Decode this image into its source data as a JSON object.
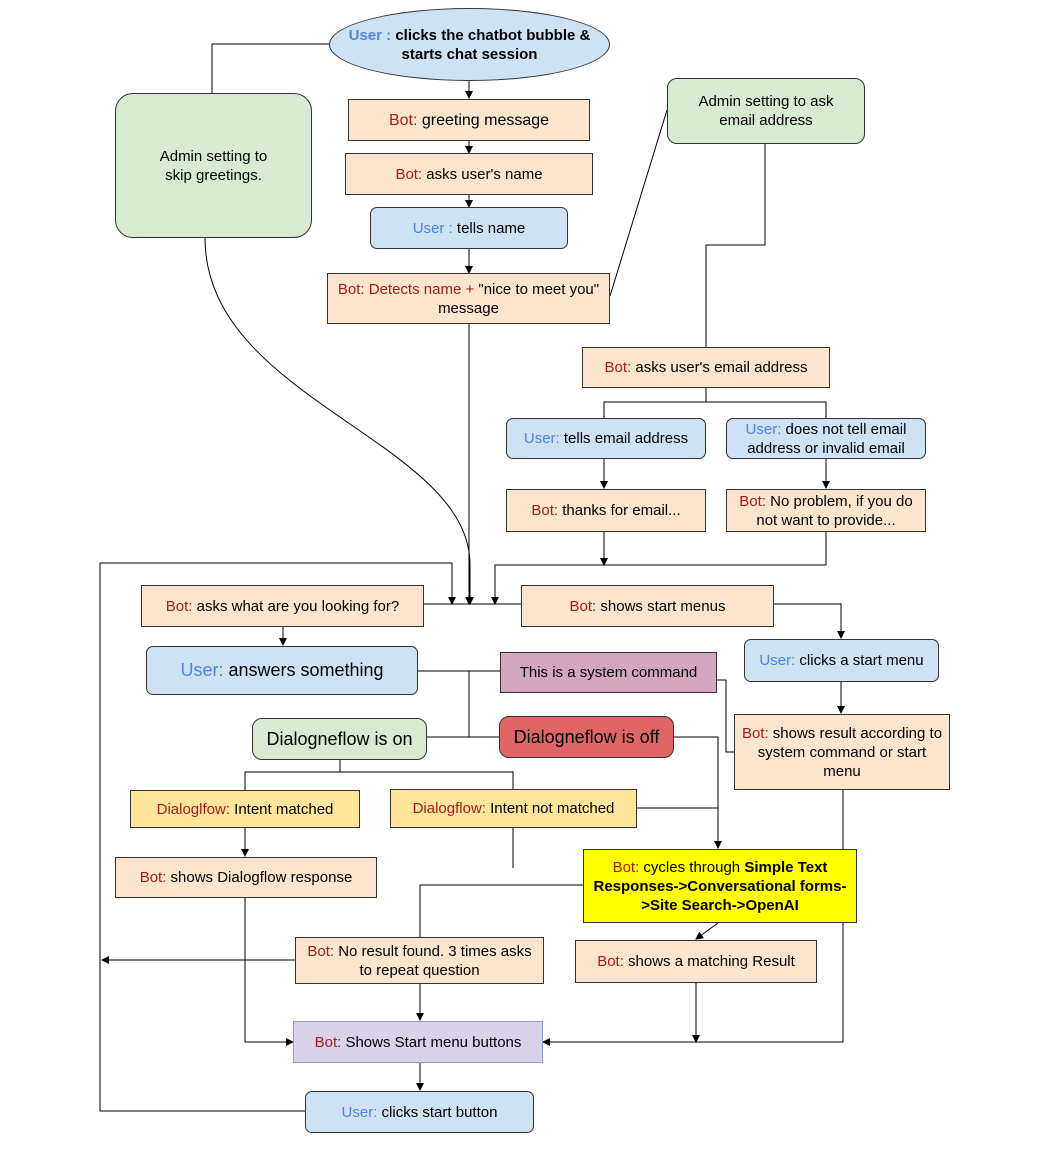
{
  "nodes": {
    "start": {
      "who": "User :",
      "text": " clicks the chatbot bubble & starts chat session"
    },
    "admin_skip": {
      "text": "Admin setting to skip greetings."
    },
    "admin_email": {
      "text": "Admin setting to ask email address"
    },
    "greeting": {
      "who": "Bot:",
      "text": " greeting message"
    },
    "ask_name": {
      "who": "Bot:",
      "text": " asks user's name"
    },
    "tell_name": {
      "who": "User :",
      "text": " tells name"
    },
    "detect_name": {
      "who": "Bot: Detects name +",
      "text": "  \"nice to meet you\" message"
    },
    "ask_email": {
      "who": "Bot:",
      "text": " asks user's email address"
    },
    "tell_email": {
      "who": "User:",
      "text": " tells email address"
    },
    "no_email": {
      "who": "User:",
      "text": " does not tell email address or invalid email"
    },
    "thanks_email": {
      "who": "Bot:",
      "text": " thanks for email..."
    },
    "no_problem": {
      "who": "Bot:",
      "text": " No problem, if you do not want to provide..."
    },
    "ask_looking": {
      "who": "Bot:",
      "text": " asks what are you looking for?"
    },
    "start_menus": {
      "who": "Bot:",
      "text": " shows start menus"
    },
    "answers": {
      "who": "User:",
      "text": " answers something"
    },
    "system_cmd": {
      "text": "This is a system command"
    },
    "clicks_menu": {
      "who": "User:",
      "text": " clicks a start menu"
    },
    "dlg_on": {
      "text": "Dialogneflow is on"
    },
    "dlg_off": {
      "text": "Dialogneflow is off"
    },
    "show_result": {
      "who": "Bot:",
      "text": " shows result according to system command or start menu"
    },
    "intent_matched": {
      "who": "Dialoglfow:",
      "text": " Intent matched"
    },
    "intent_not_matched": {
      "who": "Dialogflow:",
      "text": " Intent not matched"
    },
    "dlg_response": {
      "who": "Bot:",
      "text": " shows Dialogflow response"
    },
    "cycles": {
      "who": "Bot:",
      "pre": " cycles through ",
      "bold": "Simple Text Responses->Conversational forms->Site Search->OpenAI"
    },
    "no_result": {
      "who": "Bot:",
      "text": " No result found. 3 times asks to repeat question"
    },
    "matching": {
      "who": "Bot:",
      "text": "  shows a matching Result"
    },
    "start_buttons": {
      "who": "Bot:",
      "text": " Shows Start menu buttons"
    },
    "clicks_start": {
      "who": "User:",
      "text": " clicks start button"
    }
  },
  "colors": {
    "bot_fill": "#fce5cd",
    "user_fill": "#cfe2f3",
    "admin_fill": "#d9ead3",
    "dialogflow_fill": "#ffe599",
    "system_fill": "#d5a6bd",
    "dlg_off_fill": "#e06666",
    "cycles_fill": "#ffff00",
    "start_buttons_fill": "#d9d2e9",
    "bot_label": "#a61c1c",
    "user_label": "#4a86e8"
  }
}
